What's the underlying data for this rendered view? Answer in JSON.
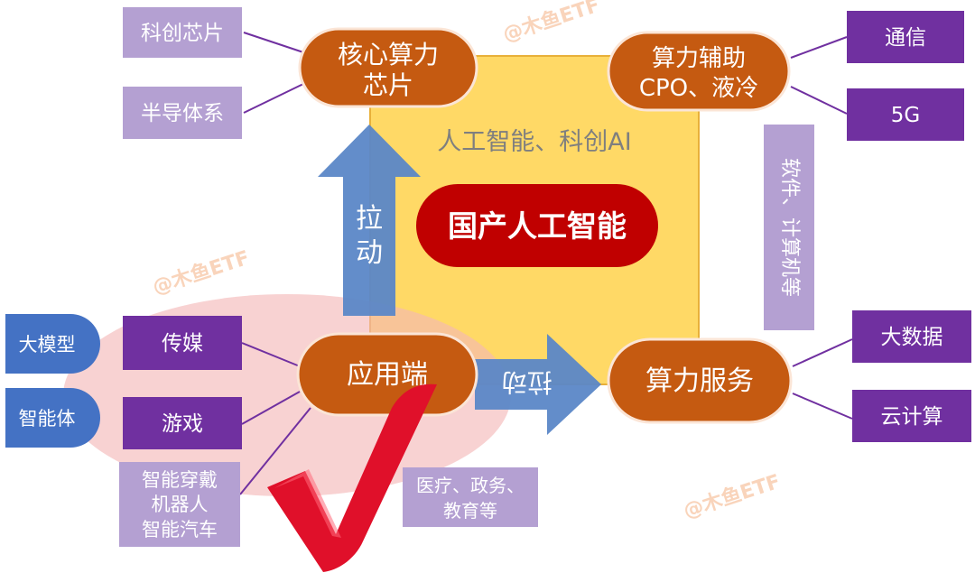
{
  "colors": {
    "core_square": "#FFD966",
    "core_square_border": "#E8B03A",
    "center_pill": "#C00000",
    "orange_node": "#C55A11",
    "node_border": "#FBE5D6",
    "light_purple_box": "#B4A0D2",
    "dark_purple_box": "#7030A0",
    "blue_arrow": "#5B87C7",
    "blue_tab": "#4472C4",
    "pink_ellipse": "#F4B6B6",
    "connector_line": "#7030A0",
    "checkmark": "#E0102A",
    "watermark": "#F4B183"
  },
  "center": {
    "label": "国产人工智能",
    "subtitle": "人工智能、科创AI"
  },
  "nodes": {
    "core_chip": [
      "核心算力",
      "芯片"
    ],
    "compute_assist": [
      "算力辅助",
      "CPO、液冷"
    ],
    "application": "应用端",
    "compute_service": "算力服务"
  },
  "boxes": {
    "star_chip": "科创芯片",
    "semiconductor": "半导体系",
    "telecom": "通信",
    "five_g": "5G",
    "software_vertical": "软件、计算机等",
    "media": "传媒",
    "games": "游戏",
    "devices": [
      "智能穿戴",
      "机器人",
      "智能汽车"
    ],
    "sectors": [
      "医疗、政务、",
      "教育等"
    ],
    "big_data": "大数据",
    "cloud": "云计算"
  },
  "tabs": {
    "large_model": "大模型",
    "agent": "智能体"
  },
  "arrows": {
    "up_label": [
      "拉",
      "动"
    ],
    "right_label": "拉动"
  },
  "watermark": "@木鱼ETF"
}
